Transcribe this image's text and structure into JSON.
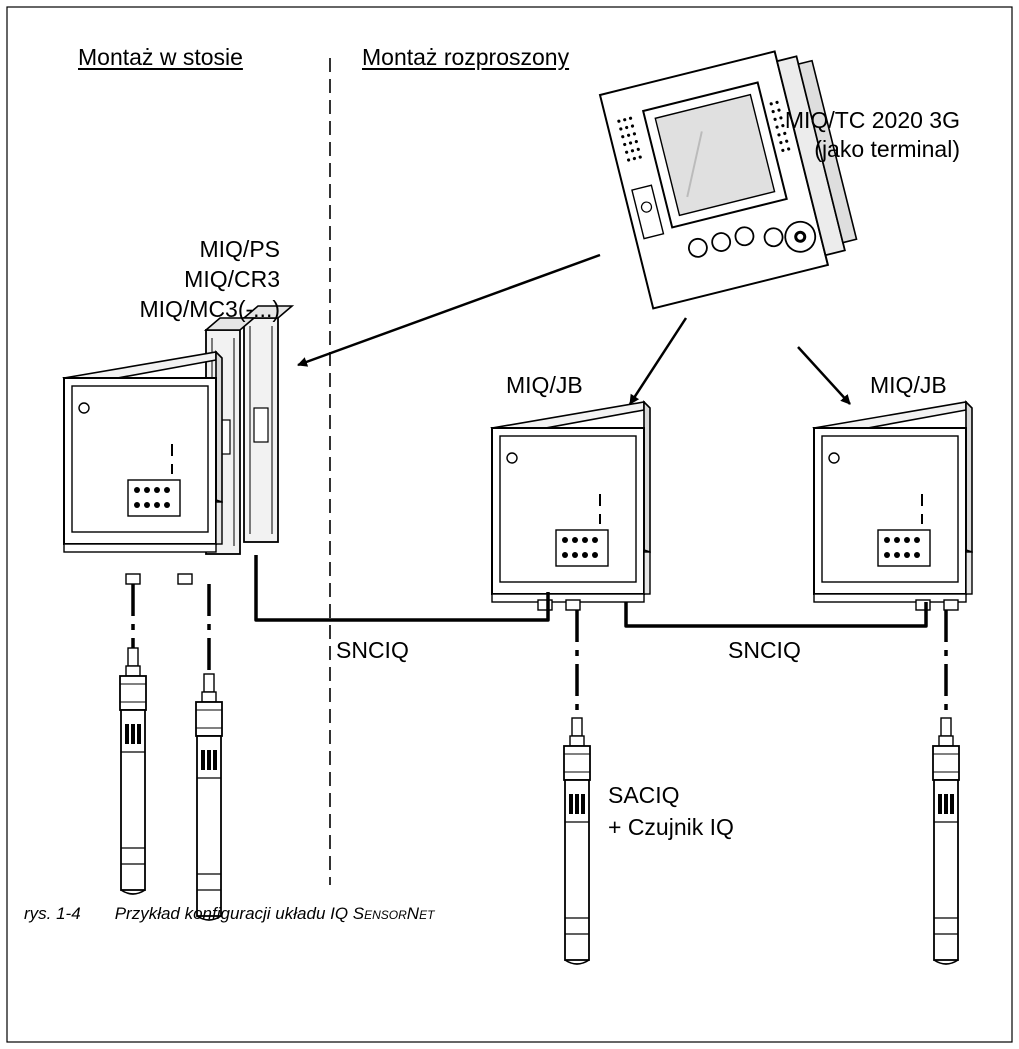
{
  "headers": {
    "left": "Montaż w stosie",
    "right": "Montaż rozproszony"
  },
  "terminal": {
    "line1": "MIQ/TC 2020 3G",
    "line2": "(jako terminal)"
  },
  "stack_modules": {
    "line1": "MIQ/PS",
    "line2": "MIQ/CR3",
    "line3": "MIQ/MC3(-...)"
  },
  "junction_boxes": [
    "MIQ/JB",
    "MIQ/JB"
  ],
  "cables": {
    "snciq_left": "SNCIQ",
    "snciq_right": "SNCIQ"
  },
  "sensor_label": {
    "line1": "SACIQ",
    "line2": "+ Czujnik IQ"
  },
  "caption": {
    "number": "rys. 1-4",
    "text_start": "Przykład konfiguracji układu IQ ",
    "text_smallcaps": "SensorNet"
  }
}
